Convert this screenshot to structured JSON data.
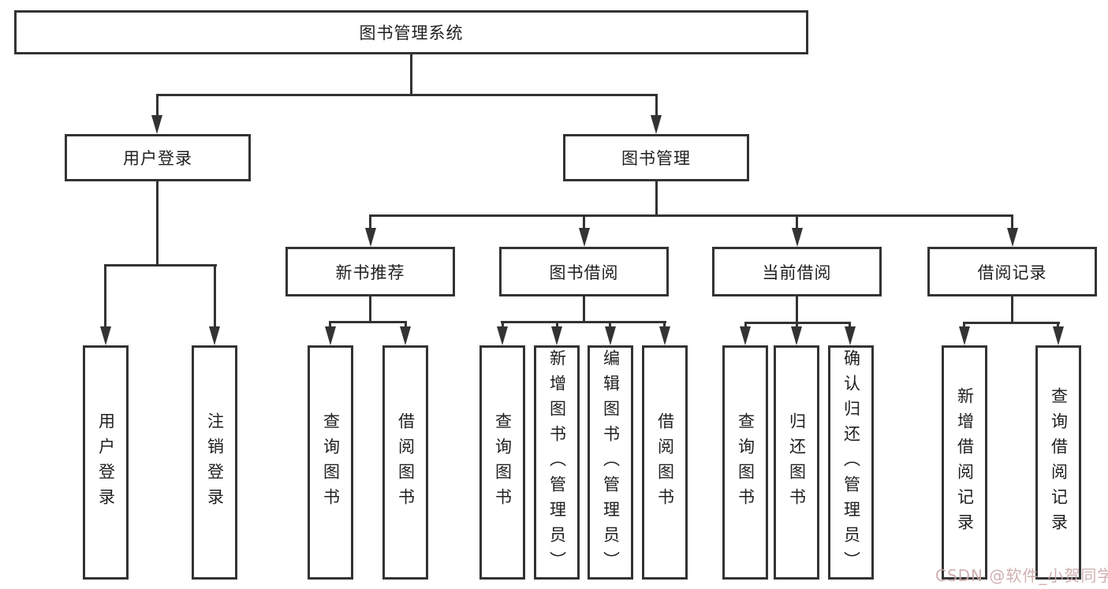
{
  "diagram": {
    "nodes": {
      "root": "图书管理系统",
      "user_login": "用户登录",
      "book_management": "图书管理",
      "new_book_recommend": "新书推荐",
      "book_borrow": "图书借阅",
      "current_borrow": "当前借阅",
      "borrow_record": "借阅记录",
      "ul_user_login": "用户登录",
      "ul_logout": "注销登录",
      "nbr_query_book": "查询图书",
      "nbr_borrow_book": "借阅图书",
      "bb_query_book": "查询图书",
      "bb_add_book": "新增图书（管理员）",
      "bb_edit_book": "编辑图书（管理员）",
      "bb_borrow_book": "借阅图书",
      "cb_query_book": "查询图书",
      "cb_return_book": "归还图书",
      "cb_confirm_return": "确认归还（管理员）",
      "br_add_record": "新增借阅记录",
      "br_query_record": "查询借阅记录"
    },
    "colors": {
      "line": "#333333",
      "box_border": "#333333",
      "box_fill": "#ffffff",
      "text": "#1f1f1f",
      "background": "#ffffff",
      "watermark": "#cba8a8"
    },
    "watermark": "CSDN @软件_小贺同学"
  }
}
